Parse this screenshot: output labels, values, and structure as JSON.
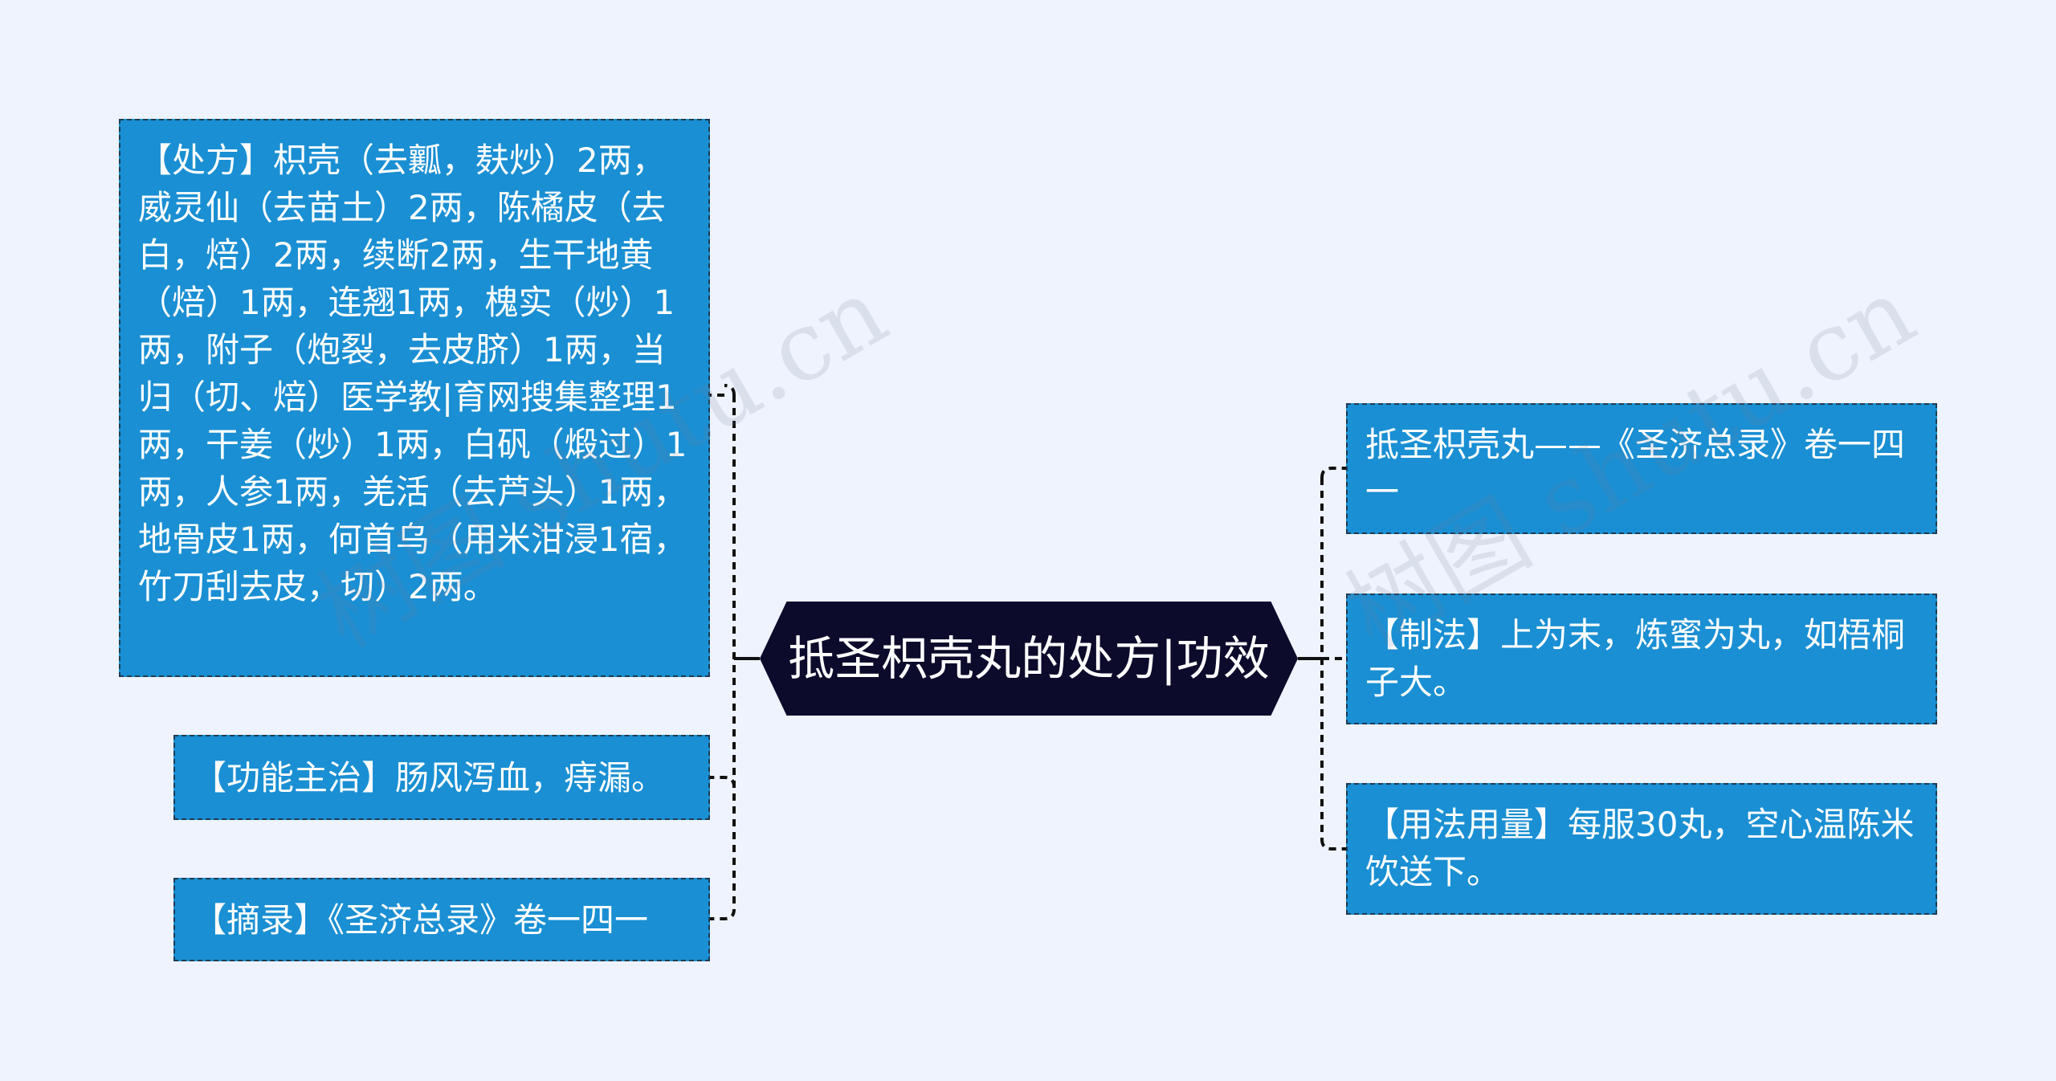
{
  "center": {
    "title": "抵圣枳壳丸的处方|功效"
  },
  "left_nodes": [
    {
      "text": "【处方】枳壳（去瓤，麸炒）2两，威灵仙（去苗土）2两，陈橘皮（去白，焙）2两，续断2两，生干地黄（焙）1两，连翘1两，槐实（炒）1两，附子（炮裂，去皮脐）1两，当归（切、焙）医学教|育网搜集整理1两，干姜（炒）1两，白矾（煅过）1两，人参1两，羌活（去芦头）1两，地骨皮1两，何首乌（用米泔浸1宿，竹刀刮去皮，切）2两。"
    },
    {
      "text": "【功能主治】肠风泻血，痔漏。"
    },
    {
      "text": "【摘录】《圣济总录》卷一四一"
    }
  ],
  "right_nodes": [
    {
      "text": "抵圣枳壳丸——《圣济总录》卷一四一"
    },
    {
      "text": "【制法】上为末，炼蜜为丸，如梧桐子大。"
    },
    {
      "text": "【用法用量】每服30丸，空心温陈米饮送下。"
    }
  ],
  "watermarks": [
    "树图 shutu.cn",
    "树图 shutu.cn"
  ],
  "colors": {
    "background": "#eef3fd",
    "node_fill": "#1a8fd3",
    "node_border": "#1f3a55",
    "center_fill": "#0c0b2b",
    "connector": "#111111",
    "text": "#ffffff"
  }
}
